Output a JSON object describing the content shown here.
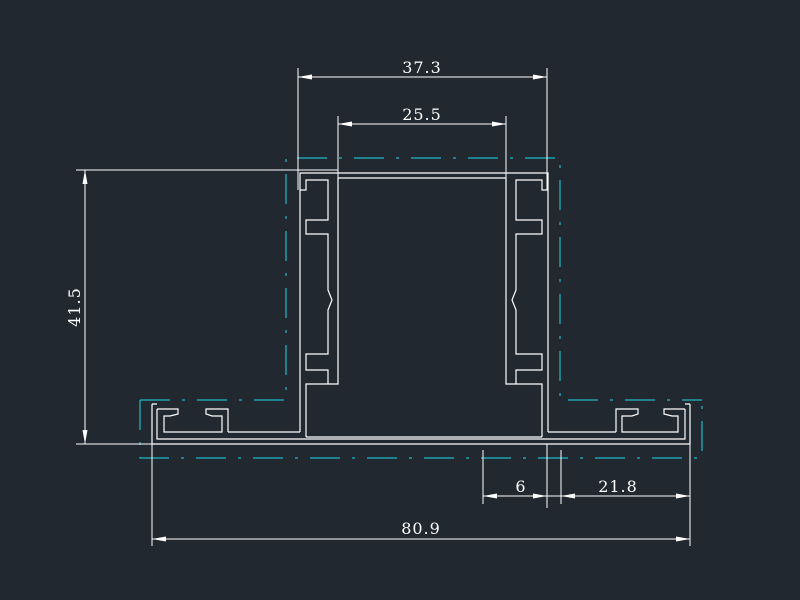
{
  "colors": {
    "background": "#212830",
    "profile": "#ffffff",
    "dimension": "#ffffff",
    "centerline": "#1fb9c4"
  },
  "dimensions": {
    "top_width": "37.3",
    "inner_width": "25.5",
    "height": "41.5",
    "slot_width": "6",
    "flange_width": "21.8",
    "total_width": "80.9"
  }
}
